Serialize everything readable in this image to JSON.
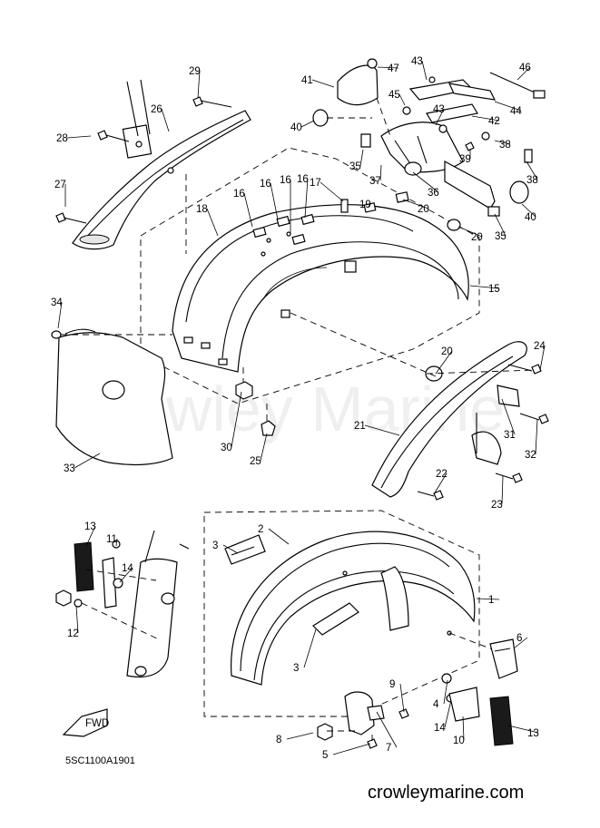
{
  "diagram": {
    "labels": [
      "29",
      "26",
      "28",
      "27",
      "41",
      "47",
      "43",
      "46",
      "45",
      "44",
      "42",
      "40",
      "35",
      "43",
      "38",
      "39",
      "38",
      "37",
      "36",
      "40",
      "35",
      "16",
      "16",
      "16",
      "16",
      "17",
      "18",
      "19",
      "20",
      "20",
      "15",
      "34",
      "20",
      "24",
      "21",
      "31",
      "32",
      "33",
      "30",
      "25",
      "22",
      "23",
      "13",
      "11",
      "14",
      "12",
      "3",
      "2",
      "1",
      "6",
      "3",
      "9",
      "4",
      "14",
      "10",
      "13",
      "8",
      "7",
      "5"
    ],
    "fwd_badge": "FWD",
    "diagram_code": "5SC1100A1901",
    "watermark": "Crowley Marine",
    "website": "crowleymarine.com"
  }
}
